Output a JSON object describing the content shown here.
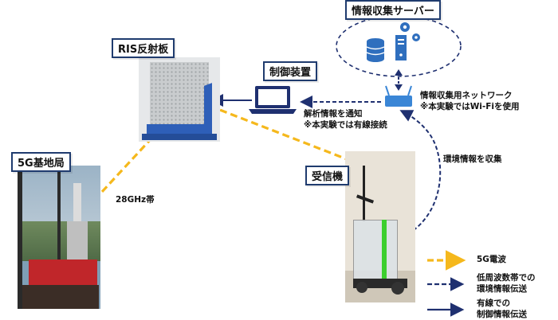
{
  "labels": {
    "server": "情報収集サーバー",
    "ris": "RIS反射板",
    "controller": "制御装置",
    "basestation": "5G基地局",
    "receiver": "受信機"
  },
  "annotations": {
    "band": "28GHz帯",
    "network_line1": "情報収集用ネットワーク",
    "network_line2": "※本実験ではWi-Fiを使用",
    "notify_line1": "解析情報を通知",
    "notify_line2": "※本実験では有線接続",
    "collect": "環境情報を収集"
  },
  "legend": [
    {
      "text_lines": [
        "5G電波"
      ],
      "style": "dashed-yellow"
    },
    {
      "text_lines": [
        "低周波数帯での",
        "環境情報伝送"
      ],
      "style": "dashed-navy"
    },
    {
      "text_lines": [
        "有線での",
        "制御情報伝送"
      ],
      "style": "solid-navy"
    }
  ],
  "colors": {
    "navy": "#1f3070",
    "yellow": "#f5b81c",
    "border": "#1f3b6e",
    "ris_blue": "#2e5fb8"
  }
}
